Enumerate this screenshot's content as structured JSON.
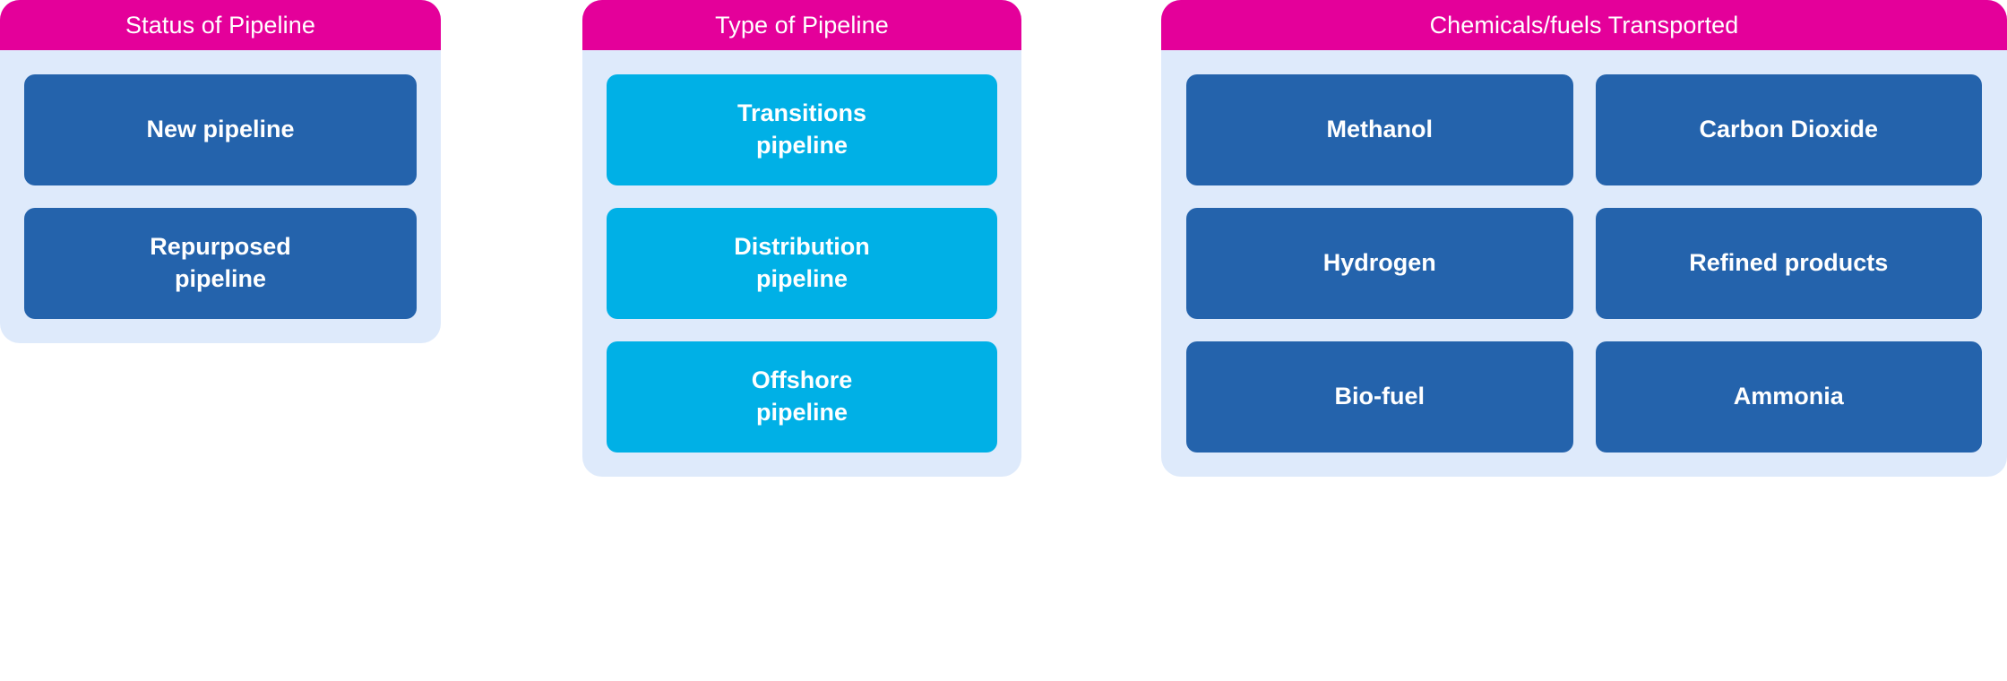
{
  "colors": {
    "header_pink": "#e4009a",
    "panel_light_blue": "#deeafb",
    "node_blue": "#2463ac",
    "node_cyan": "#00b0e6",
    "node_text": "#ffffff",
    "page_background": "#ffffff"
  },
  "columns": [
    {
      "header": "Status of Pipeline",
      "nodes": [
        {
          "label": "New pipeline",
          "color": "blue"
        },
        {
          "label": "Repurposed\npipeline",
          "color": "blue"
        }
      ]
    },
    {
      "header": "Type of Pipeline",
      "nodes": [
        {
          "label": "Transitions\npipeline",
          "color": "cyan"
        },
        {
          "label": "Distribution\npipeline",
          "color": "cyan"
        },
        {
          "label": "Offshore\npipeline",
          "color": "cyan"
        }
      ]
    },
    {
      "header": "Chemicals/fuels Transported",
      "rows": [
        [
          {
            "label": "Methanol",
            "color": "blue"
          },
          {
            "label": "Carbon Dioxide",
            "color": "blue"
          }
        ],
        [
          {
            "label": "Hydrogen",
            "color": "blue"
          },
          {
            "label": "Refined products",
            "color": "blue"
          }
        ],
        [
          {
            "label": "Bio-fuel",
            "color": "blue"
          },
          {
            "label": "Ammonia",
            "color": "blue"
          }
        ]
      ]
    }
  ]
}
